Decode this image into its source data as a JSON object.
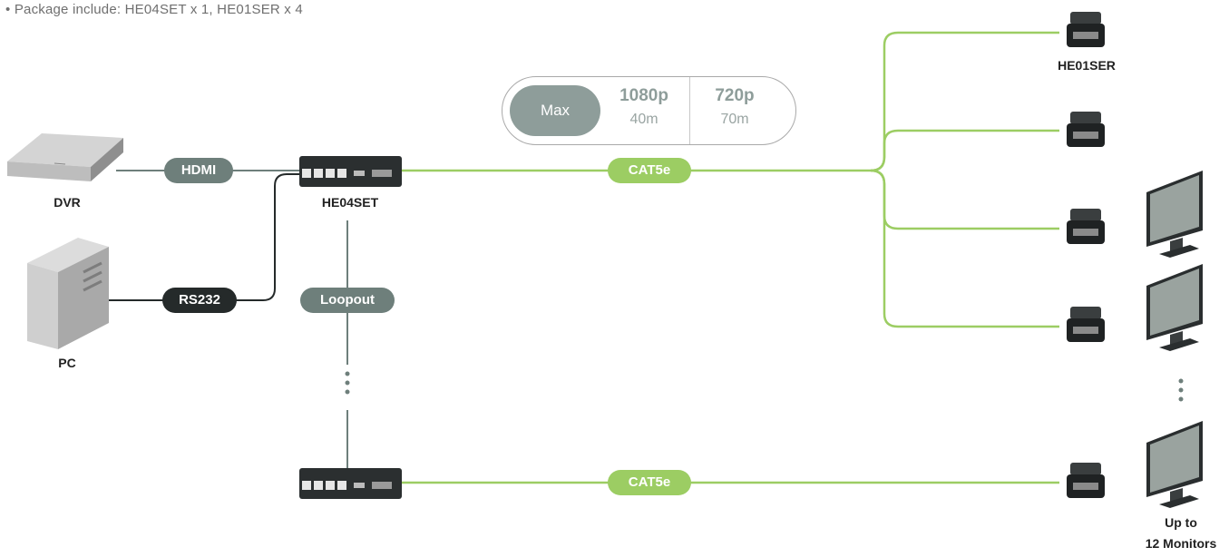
{
  "note": "• Package include: HE04SET x 1, HE01SER x 4",
  "links": {
    "hdmi": "HDMI",
    "rs232": "RS232",
    "loopout": "Loopout",
    "cat5e_top": "CAT5e",
    "cat5e_bottom": "CAT5e"
  },
  "devices": {
    "dvr": "DVR",
    "pc": "PC",
    "transmitter": "HE04SET",
    "receiver": "HE01SER",
    "monitors_line1": "Up to",
    "monitors_line2": "12 Monitors"
  },
  "spec": {
    "max_label": "Max",
    "res_1": "1080p",
    "dist_1": "40m",
    "res_2": "720p",
    "dist_2": "70m"
  },
  "colors": {
    "green_cable": "#9ccd63",
    "gray_cable": "#6e7f7b",
    "dark_cable": "#252a2a"
  }
}
